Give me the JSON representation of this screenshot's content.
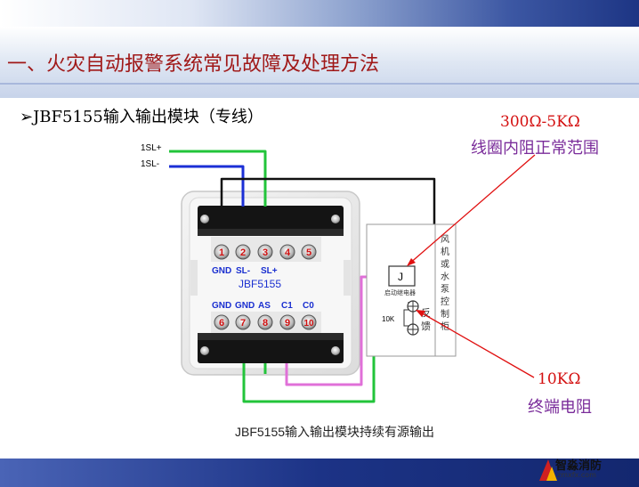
{
  "slide": {
    "title": "一、火灾自动报警系统常见故障及处理方法",
    "subtitle": "JBF5155输入输出模块（专线）"
  },
  "annotations": {
    "coil_range_value": "300Ω-5KΩ",
    "coil_range_label": "线圈内阻正常范围",
    "terminal_value": "10KΩ",
    "terminal_label": "终端电阻"
  },
  "diagram": {
    "input_wires": [
      "1SL+",
      "1SL-"
    ],
    "top_terminal_numbers": [
      "1",
      "2",
      "3",
      "4",
      "5"
    ],
    "top_terminal_labels": [
      "GND",
      "SL-",
      "SL+"
    ],
    "module_name": "JBF5155",
    "bottom_terminal_labels": [
      "GND",
      "GND",
      "AS",
      "C1",
      "C0"
    ],
    "bottom_terminal_numbers": [
      "6",
      "7",
      "8",
      "9",
      "10"
    ],
    "relay_label": "J",
    "relay_caption": "启动继电器",
    "resistor_label": "10K",
    "feedback_label": "反馈",
    "cabinet_label": "风机或水泵控制柜",
    "caption": "JBF5155输入输出模块持续有源输出"
  },
  "logo": {
    "name": "智淼消防",
    "url_text": "zmxfx.com"
  },
  "colors": {
    "title_red": "#a01818",
    "annotation_red": "#d41010",
    "annotation_purple": "#7a2c9a",
    "wire_green": "#22c43a",
    "wire_blue": "#1b2fd6",
    "wire_black": "#111111",
    "wire_pink": "#e070d8",
    "terminal_number_red": "#d01010"
  }
}
